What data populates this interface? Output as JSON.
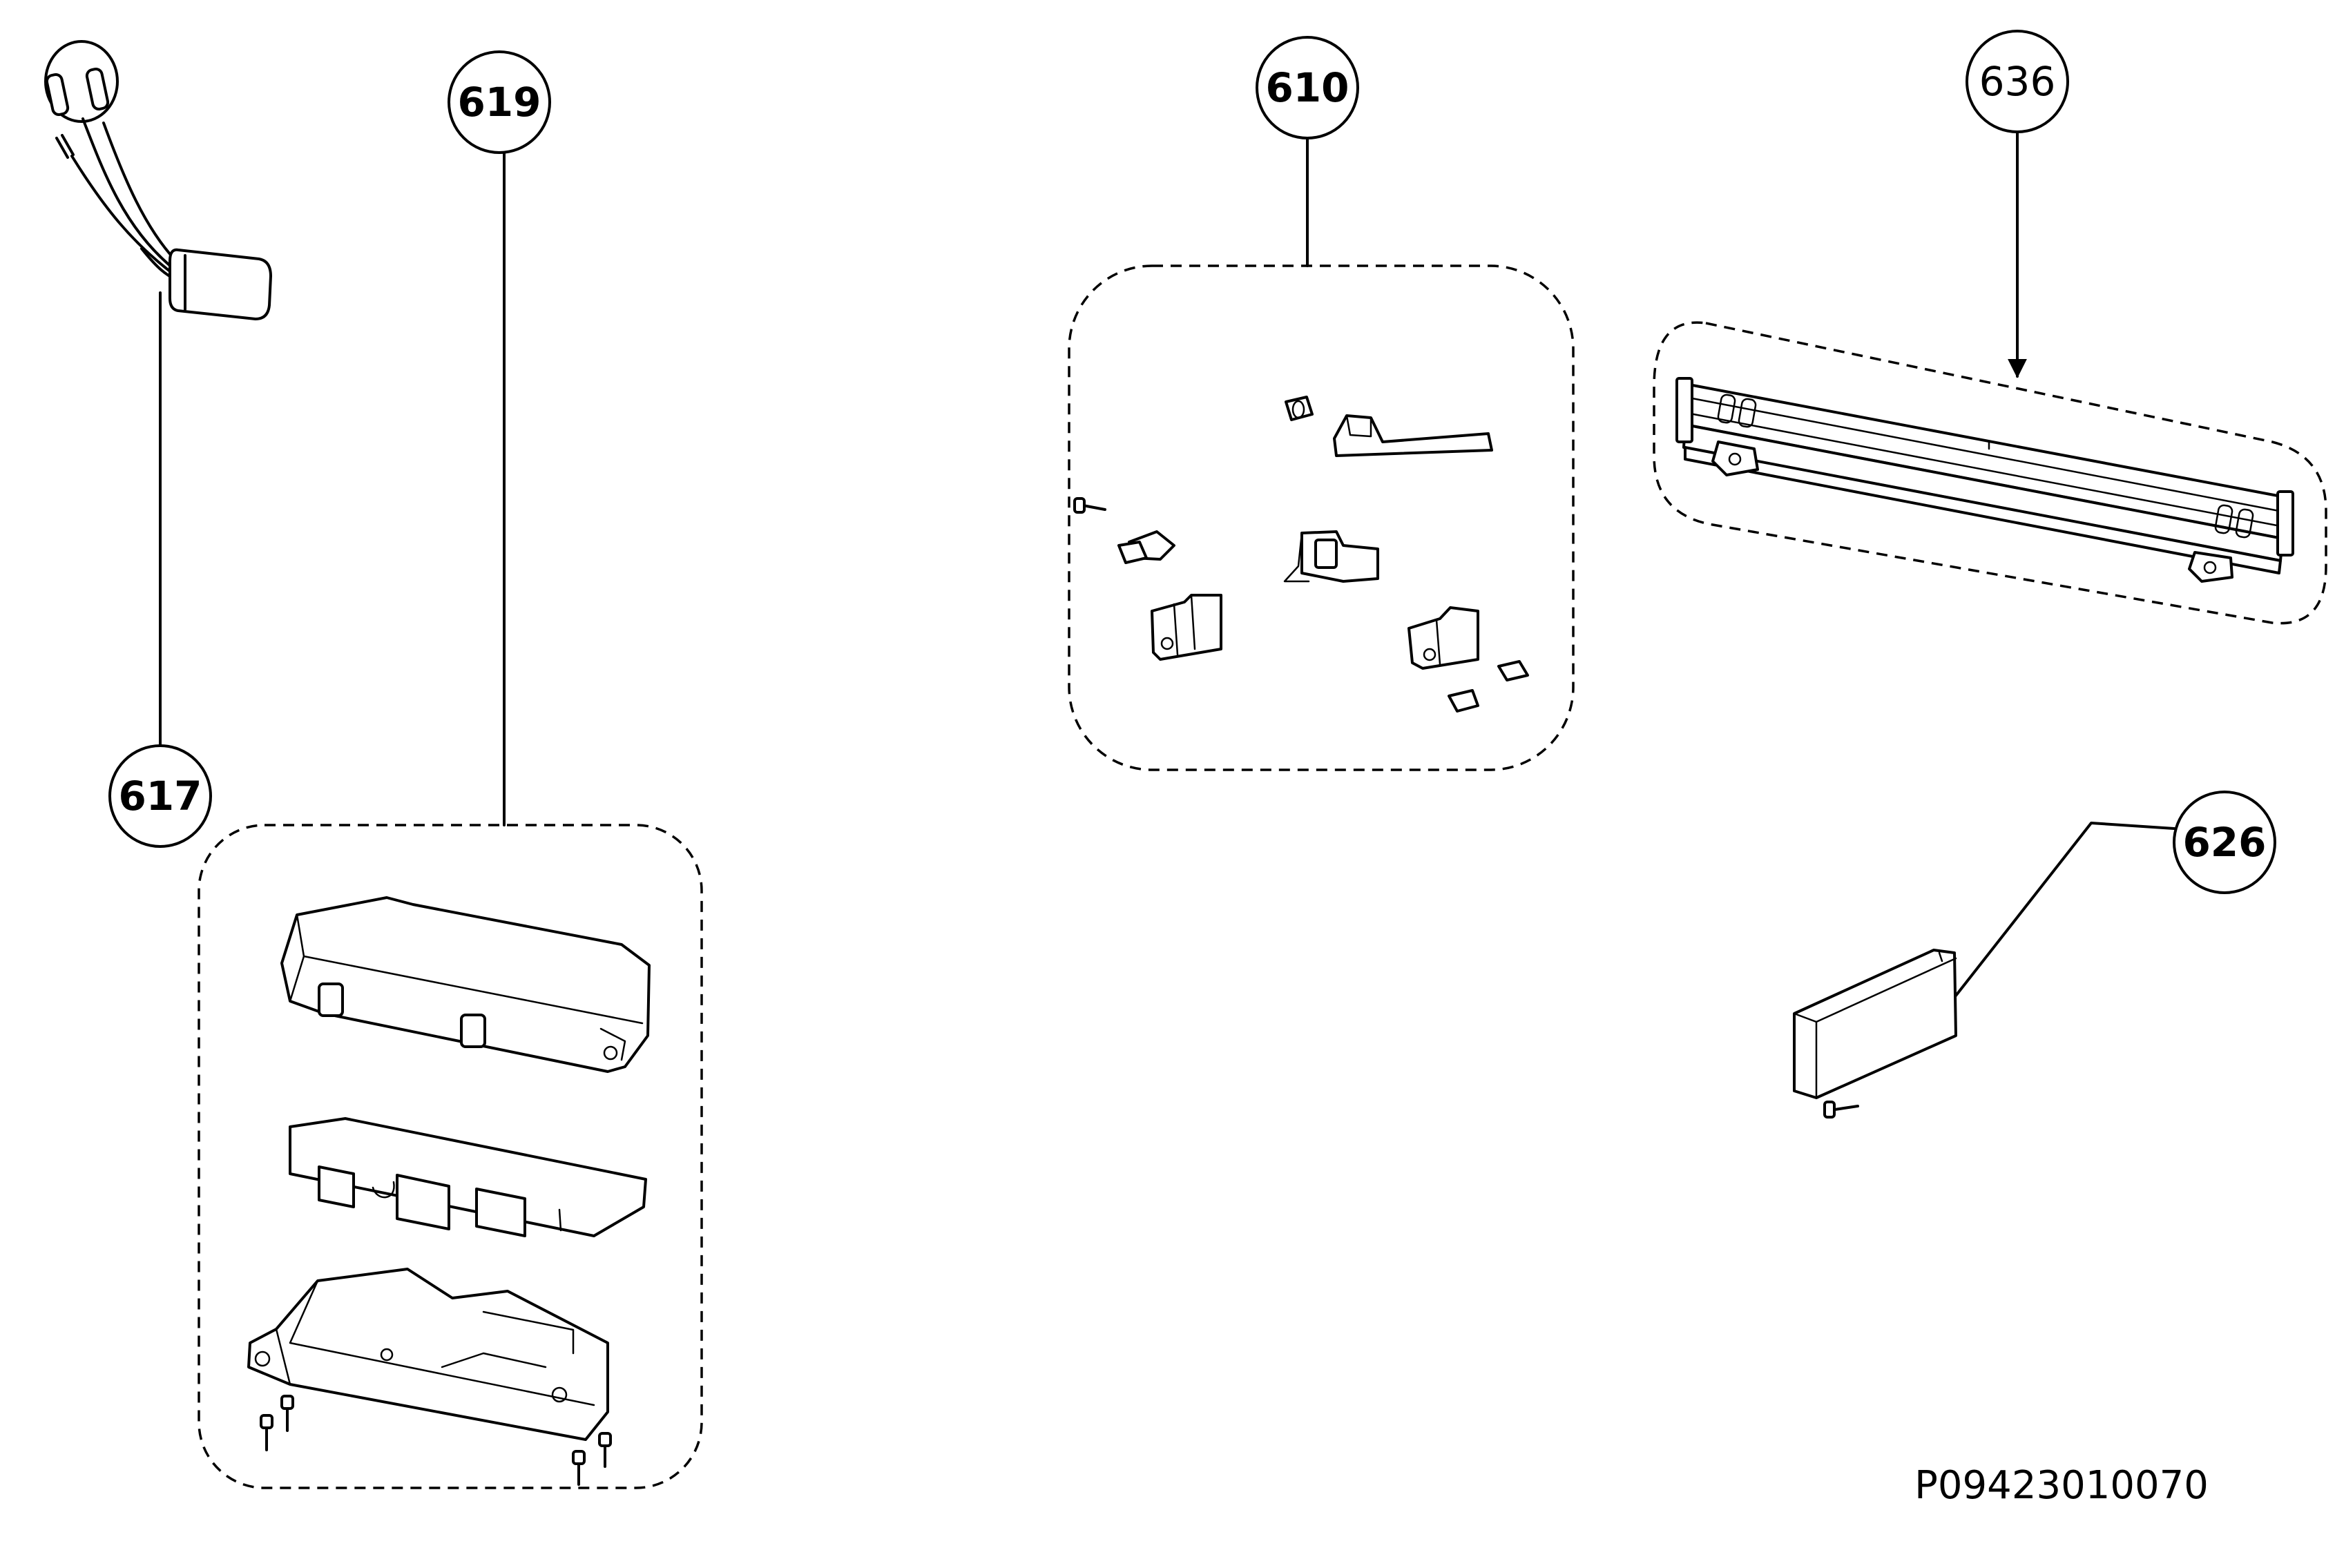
{
  "callouts": [
    {
      "id": "617",
      "label": "617"
    },
    {
      "id": "619",
      "label": "619"
    },
    {
      "id": "610",
      "label": "610"
    },
    {
      "id": "636",
      "label": "636"
    },
    {
      "id": "626",
      "label": "626"
    }
  ],
  "drawing_reference": "P09423010070"
}
